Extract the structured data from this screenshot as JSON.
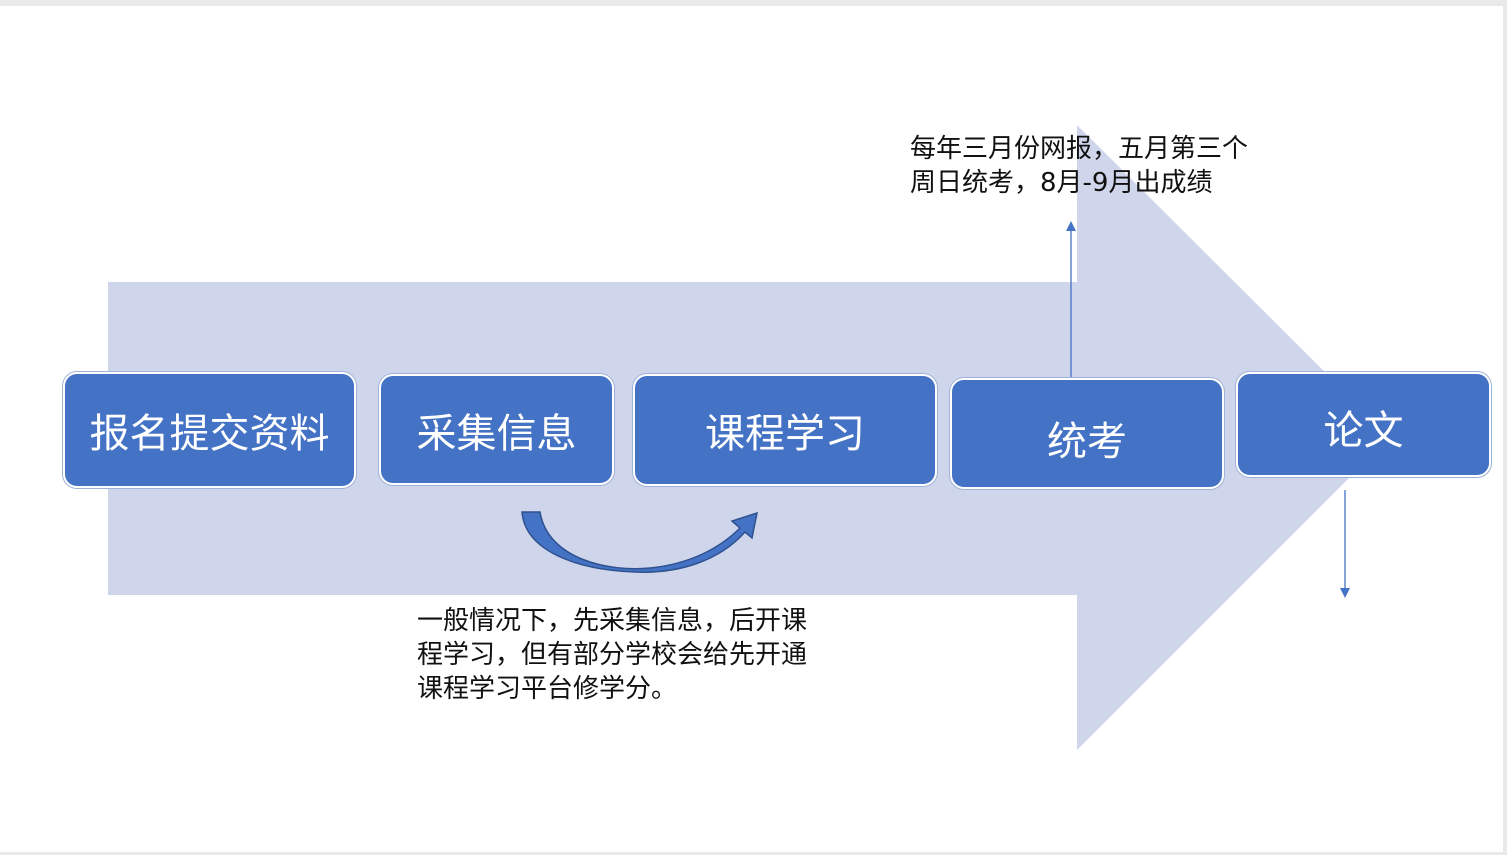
{
  "steps": [
    "报名提交资料",
    "采集信息",
    "课程学习",
    "统考",
    "论文"
  ],
  "notes": {
    "exam": [
      "每年三月份网报，五月第三个",
      "周日统考，8月-9月出成绩"
    ],
    "course": [
      "一般情况下，先采集信息，后开课",
      "程学习，但有部分学校会给先开通",
      "课程学习平台修学分。"
    ]
  },
  "colors": {
    "box": "#4472c4",
    "arrow_bg": "#cfd5ea",
    "curve": "#3f6fbf"
  }
}
